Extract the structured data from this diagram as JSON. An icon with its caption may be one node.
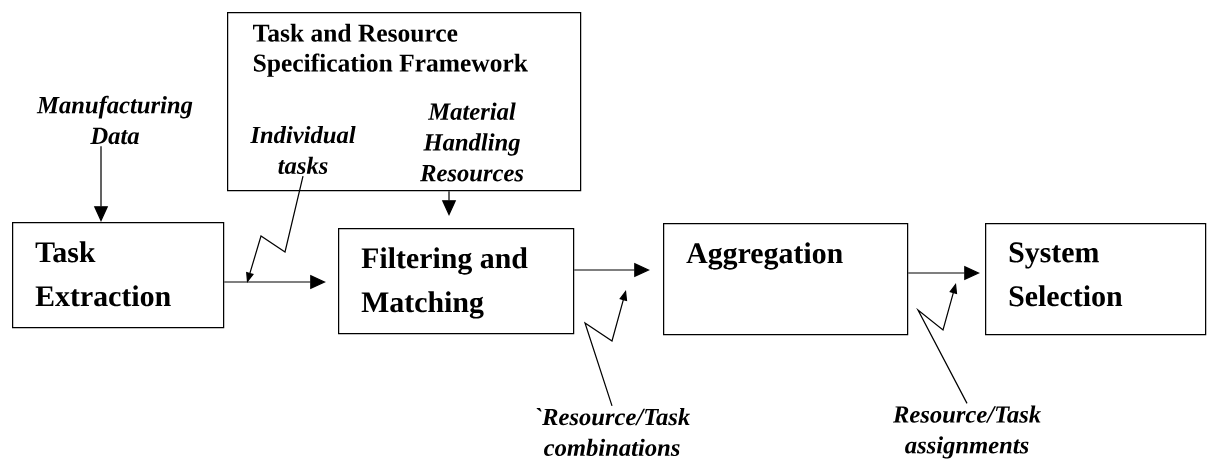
{
  "diagram": {
    "nodes": [
      {
        "text": [
          "Task Extraction"
        ]
      },
      {
        "text": [
          "Task and Resource Specification Framework"
        ]
      },
      {
        "text": [
          "Individual tasks"
        ],
        "in": 1
      },
      {
        "text": [
          "Material Handling Resources"
        ],
        "in": 1
      },
      {
        "text": [
          "Manufacturing Data"
        ]
      },
      {
        "text": [
          "Filtering and Matching"
        ]
      },
      {
        "text": [
          "Aggregation"
        ]
      },
      {
        "text": [
          "System Selection"
        ]
      },
      {
        "text": [
          "`Resource/Task combinations"
        ]
      },
      {
        "text": [
          "Resource/Task assignments"
        ]
      }
    ],
    "edges": [
      {
        "from": 4,
        "to": 0,
        "arrow": "to"
      },
      {
        "from": 0,
        "to": 5,
        "arrow": "to"
      },
      {
        "from": 2,
        "to": null,
        "arrow": "to"
      },
      {
        "from": 1,
        "to": 5,
        "arrow": "to"
      },
      {
        "from": 5,
        "to": 6,
        "arrow": "to"
      },
      {
        "from": 8,
        "to": null,
        "arrow": "to"
      },
      {
        "from": 6,
        "to": 7,
        "arrow": "to"
      },
      {
        "from": 9,
        "to": null,
        "arrow": "to"
      }
    ]
  }
}
